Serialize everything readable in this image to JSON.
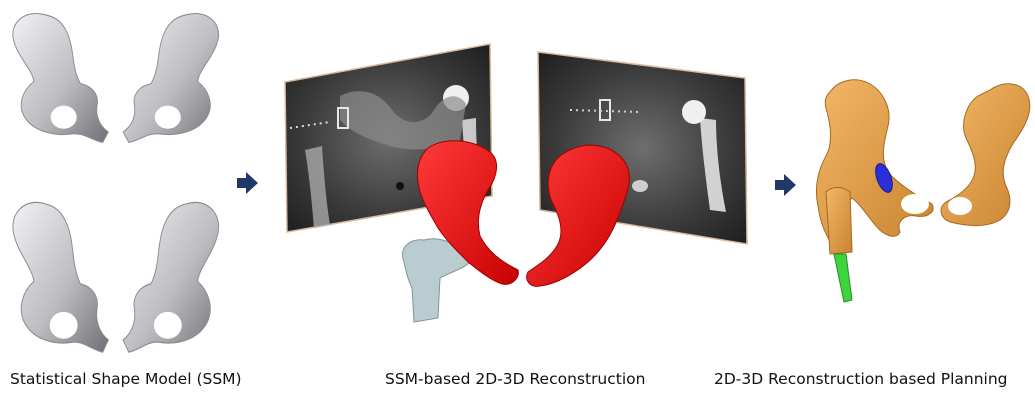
{
  "captions": {
    "ssm": "Statistical Shape Model (SSM)",
    "reconstruction": "SSM-based 2D-3D Reconstruction",
    "planning": "2D-3D Reconstruction based Planning"
  },
  "colors": {
    "arrow": "#1f3a68",
    "ssm_bone": "#c7c7cc",
    "reconstructed_pelvis": "#e81414",
    "femur_model": "#b9ccd0",
    "planning_bone": "#e3a24c",
    "implant_cup": "#2c2fd8",
    "implant_stem": "#3ed43e"
  },
  "icons": [
    "arrow-right-icon"
  ]
}
